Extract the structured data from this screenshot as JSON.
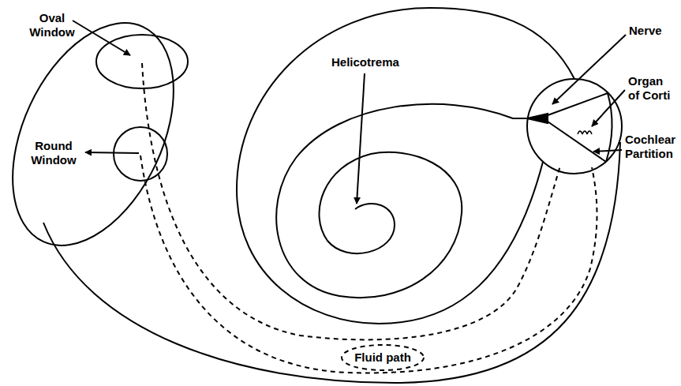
{
  "diagram": {
    "nodes": [
      {
        "text": [
          "Fluid path"
        ]
      }
    ],
    "labels": [
      "Oval Window",
      "Round Window",
      "Helicotrema",
      "Nerve",
      "Organ of Corti",
      "Cochlear Partition"
    ]
  }
}
